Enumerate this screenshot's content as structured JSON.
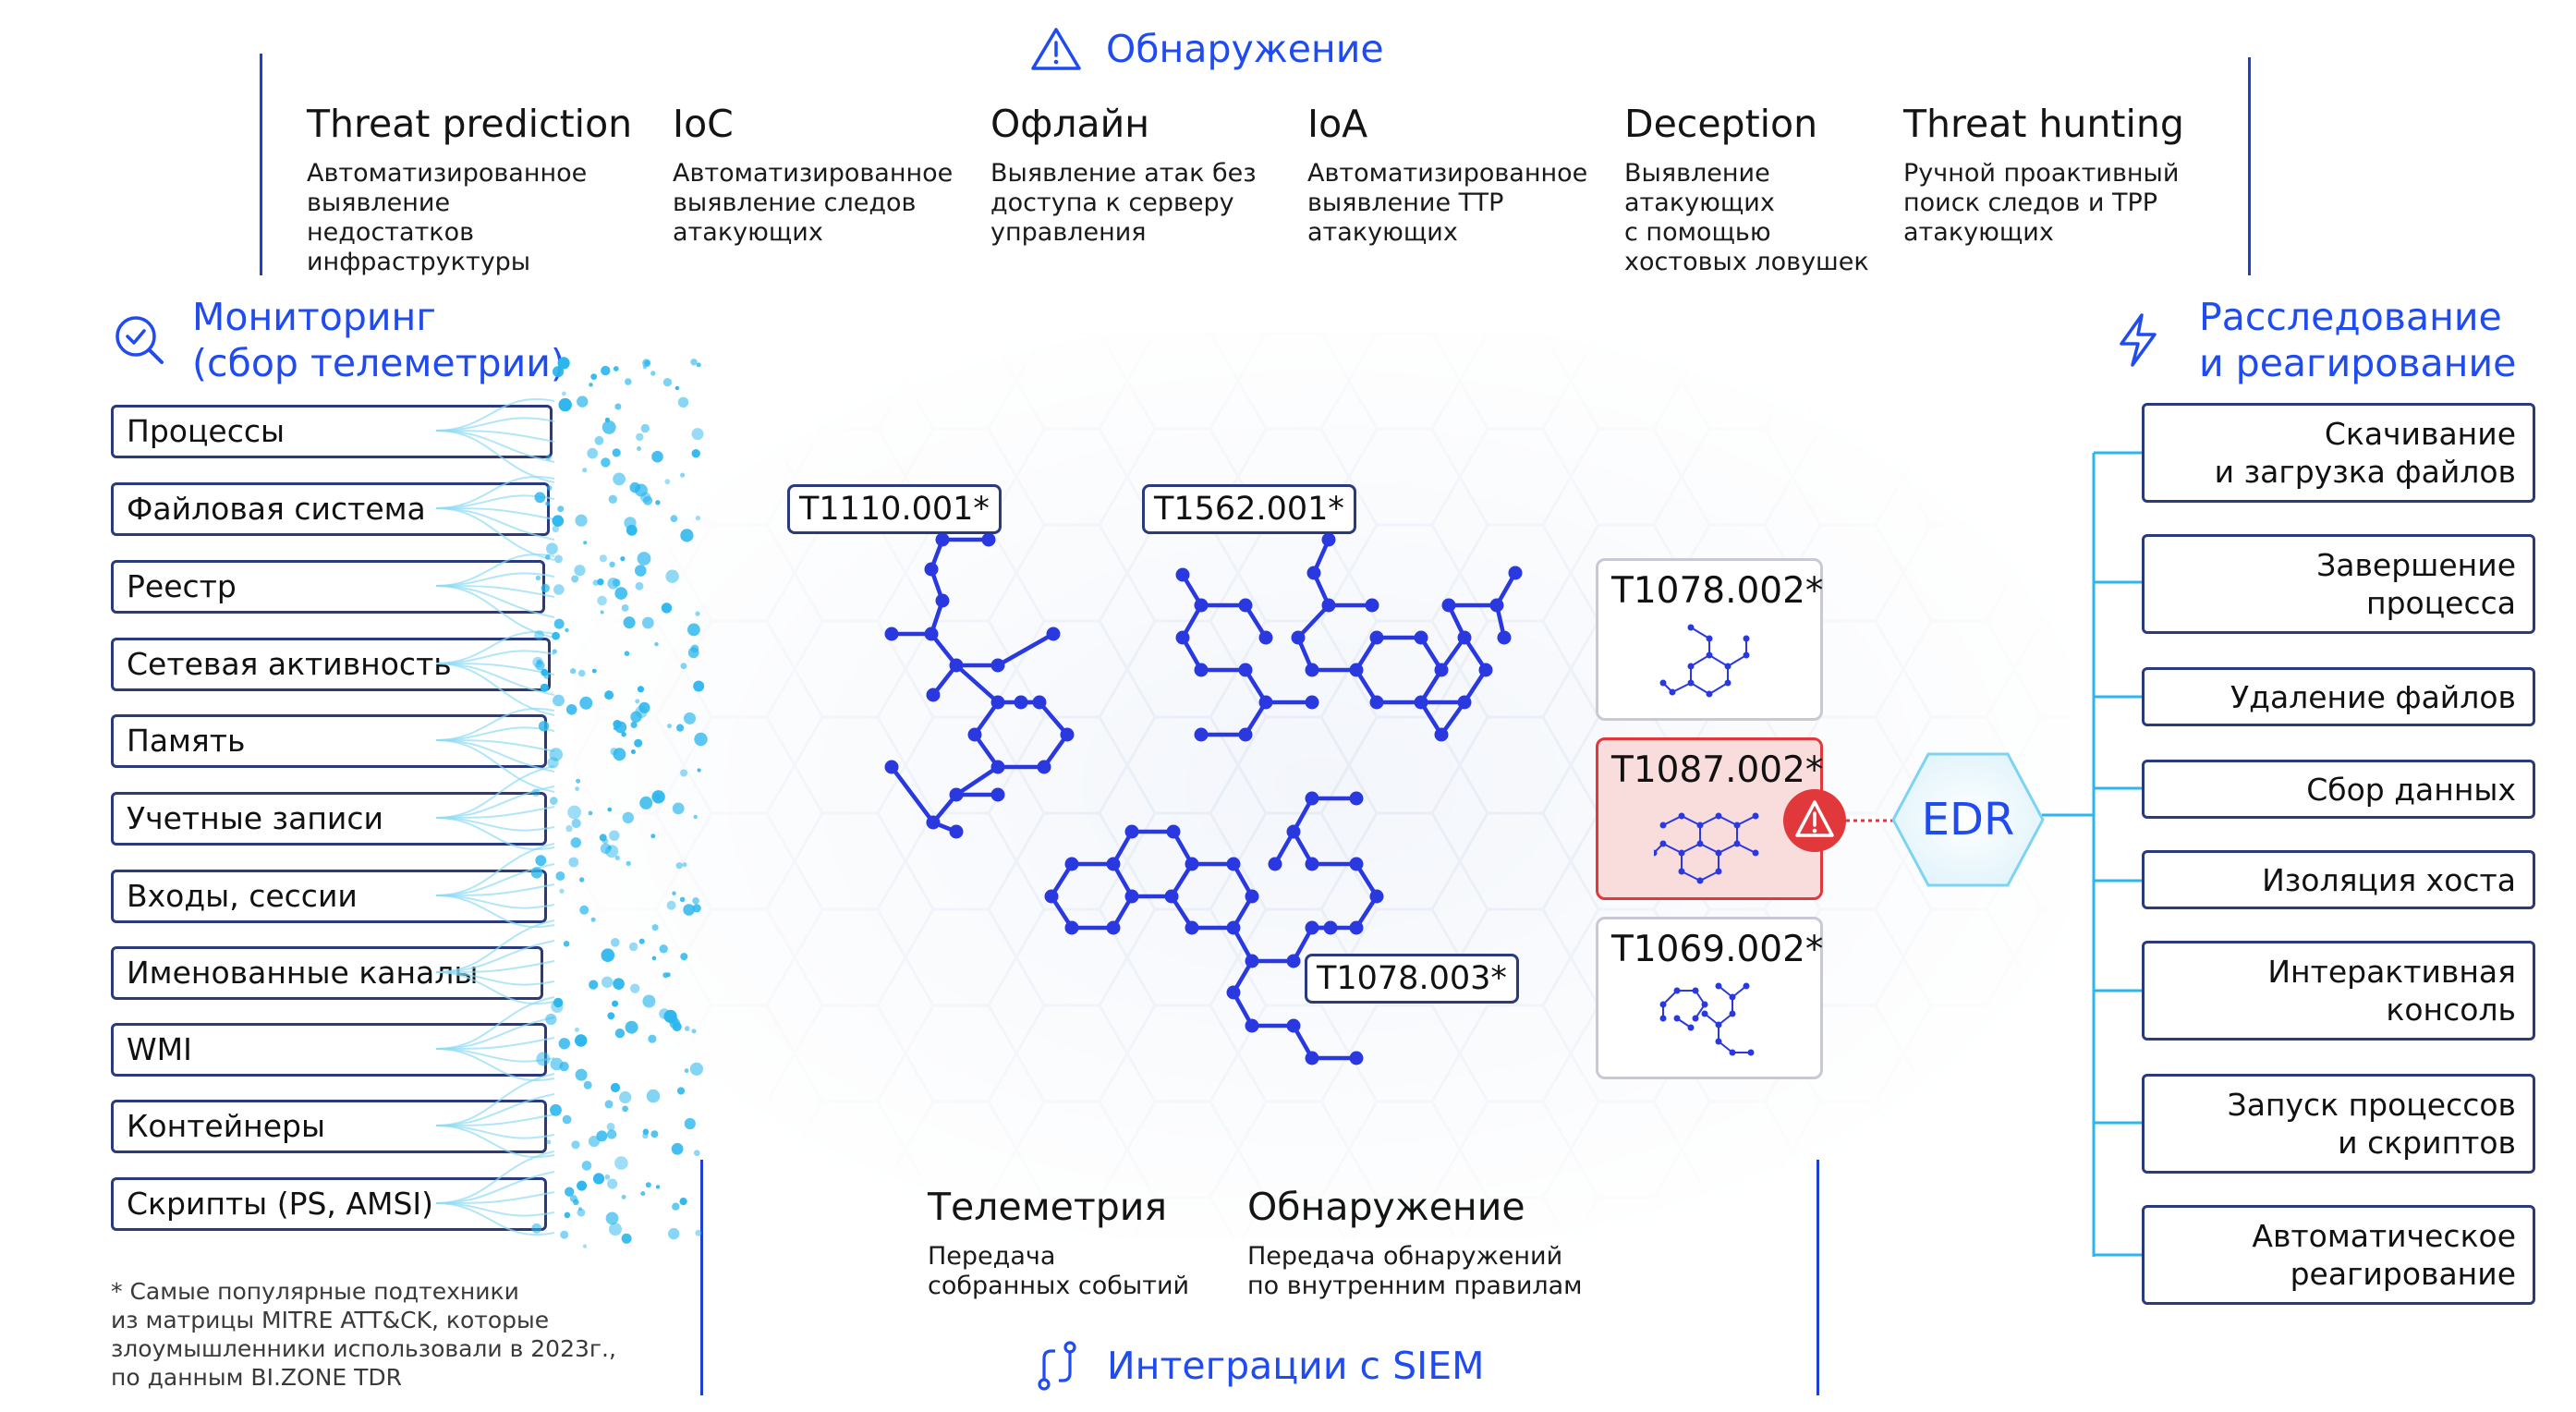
{
  "top_section": {
    "title": "Обнаружение",
    "icon": "warning-triangle-icon"
  },
  "detections": [
    {
      "title": "Threat prediction",
      "desc": "Автоматизированное\nвыявление\nнедостатков\nинфраструктуры"
    },
    {
      "title": "IoC",
      "desc": "Автоматизированное\nвыявление следов\nатакующих"
    },
    {
      "title": "Офлайн",
      "desc": "Выявление атак без\nдоступа к серверу\nуправления"
    },
    {
      "title": "IoA",
      "desc": "Автоматизированное\nвыявление TTP\nатакующих"
    },
    {
      "title": "Deception",
      "desc": "Выявление\nатакующих\nс помощью\nхостовых ловушек"
    },
    {
      "title": "Threat hunting",
      "desc": "Ручной проактивный\nпоиск следов и TPP\nатакующих"
    }
  ],
  "monitoring": {
    "title_line1": "Мониторинг",
    "title_line2": "(сбор телеметрии)",
    "icon": "magnifier-check-icon",
    "items": [
      "Процессы",
      "Файловая система",
      "Реестр",
      "Сетевая активность",
      "Память",
      "Учетные записи",
      "Входы, сессии",
      "Именованные каналы",
      "WMI",
      "Контейнеры",
      "Скрипты (PS, AMSI)"
    ]
  },
  "investigation": {
    "title_line1": "Расследование",
    "title_line2": "и реагирование",
    "icon": "lightning-icon",
    "items": [
      "Скачивание\nи загрузка файлов",
      "Завершение\nпроцесса",
      "Удаление файлов",
      "Сбор данных",
      "Изоляция хоста",
      "Интерактивная\nконсоль",
      "Запуск процессов\nи скриптов",
      "Автоматическое\nреагирование"
    ]
  },
  "techniques": {
    "t1": "T1110.001*",
    "t2": "T1562.001*",
    "t3": "T1078.003*"
  },
  "cards": [
    {
      "label": "T1078.002*",
      "alert": false
    },
    {
      "label": "T1087.002*",
      "alert": true
    },
    {
      "label": "T1069.002*",
      "alert": false
    }
  ],
  "edr_label": "EDR",
  "bottom": {
    "telemetry_title": "Телеметрия",
    "telemetry_desc": "Передача\nсобранных событий",
    "detection_title": "Обнаружение",
    "detection_desc": "Передача обнаружений\nпо внутренним правилам",
    "siem_title": "Интеграции с SIEM",
    "siem_icon": "integration-path-icon"
  },
  "footnote": "* Самые популярные подтехники\nиз матрицы MITRE ATT&CK, которые\nзлоумышленники использовали в 2023г.,\nпо данным BI.ZONE TDR",
  "colors": {
    "accent": "#1f4bf0",
    "graph": "#2a38e0",
    "alert": "#e0383b",
    "particles": "#2bb6ee"
  }
}
